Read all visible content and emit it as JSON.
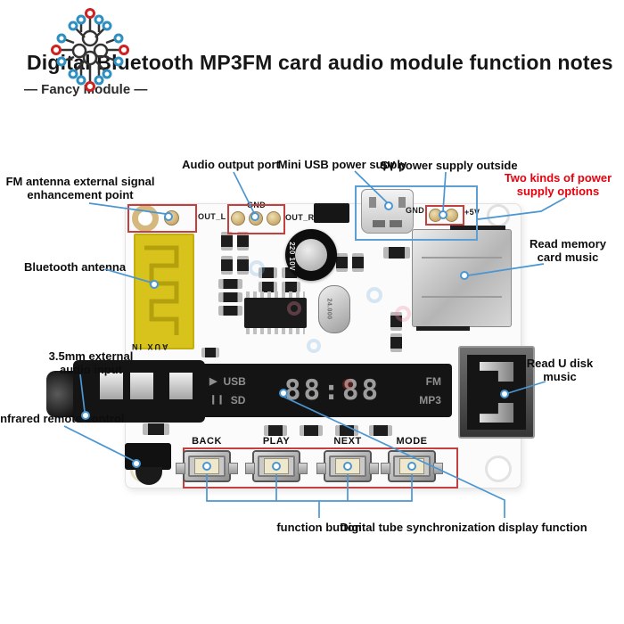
{
  "header": {
    "title": "Digital Bluetooth MP3FM card audio module function notes",
    "brand": "— Fancy Module —"
  },
  "colors": {
    "leader_blue": "#4a96d2",
    "box_red": "#c4403e",
    "warning_red": "#e8000d",
    "antenna_yellow": "#d7c31c",
    "pcb_white": "#fbfbfb",
    "display_bg": "#141414"
  },
  "annotations": {
    "fm_antenna": "FM antenna external signal enhancement point",
    "audio_output": "Audio output port",
    "mini_usb": "Mini USB power supply",
    "power_5v": "5V power supply outside",
    "two_kinds": "Two kinds of power supply options",
    "read_memory": "Read memory card music",
    "bluetooth": "Bluetooth antenna",
    "jack35": "3.5mm external audio input",
    "read_udisk": "Read U disk music",
    "infrared": "Infrared remote control",
    "function_btn": "function button",
    "digital_tube": "Digital tube synchronization display function"
  },
  "board": {
    "silkscreen": {
      "out_l": "OUT_L",
      "gnd_audio": "GND",
      "out_r": "OUT_R",
      "gnd_power": "GND",
      "v5": "+5V",
      "aux_in": "AUX IN",
      "cap_value": "220 10V",
      "crystal_value": "24.000"
    },
    "display": {
      "play": "▶",
      "usb": "USB",
      "pause": "❙❙",
      "sd": "SD",
      "digits": "88:88",
      "fm": "FM",
      "mp3": "MP3"
    },
    "buttons": [
      "BACK",
      "PLAY",
      "NEXT",
      "MODE"
    ]
  }
}
